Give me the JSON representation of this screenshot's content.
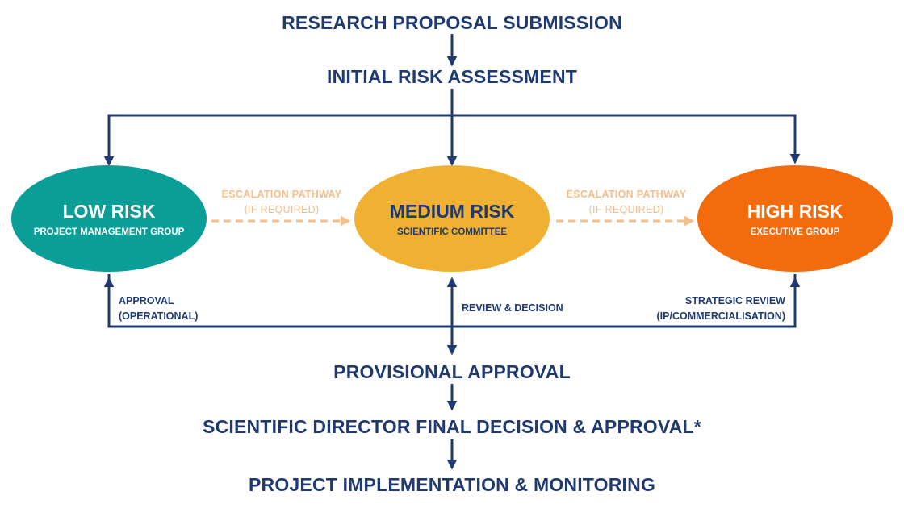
{
  "colors": {
    "navy": "#1f3a70",
    "low": "#0a9e96",
    "medium": "#f0b132",
    "high": "#f26c0d",
    "escalation": "#f5be8c"
  },
  "steps": {
    "submission": "RESEARCH PROPOSAL SUBMISSION",
    "assessment": "INITIAL RISK ASSESSMENT",
    "provisional": "PROVISIONAL APPROVAL",
    "final_decision": "SCIENTIFIC DIRECTOR FINAL DECISION & APPROVAL*",
    "implementation": "PROJECT IMPLEMENTATION & MONITORING"
  },
  "risk_levels": {
    "low": {
      "title": "LOW RISK",
      "subtitle": "PROJECT MANAGEMENT GROUP"
    },
    "medium": {
      "title": "MEDIUM RISK",
      "subtitle": "SCIENTIFIC COMMITTEE"
    },
    "high": {
      "title": "HIGH RISK",
      "subtitle": "EXECUTIVE GROUP"
    }
  },
  "escalation": [
    {
      "label": "ESCALATION PATHWAY",
      "sublabel": "(IF REQUIRED)"
    },
    {
      "label": "ESCALATION PATHWAY",
      "sublabel": "(IF REQUIRED)"
    }
  ],
  "return_labels": {
    "low_line1": "APPROVAL",
    "low_line2": "(OPERATIONAL)",
    "medium": "REVIEW & DECISION",
    "high_line1": "STRATEGIC REVIEW",
    "high_line2": "(IP/COMMERCIALISATION)"
  }
}
